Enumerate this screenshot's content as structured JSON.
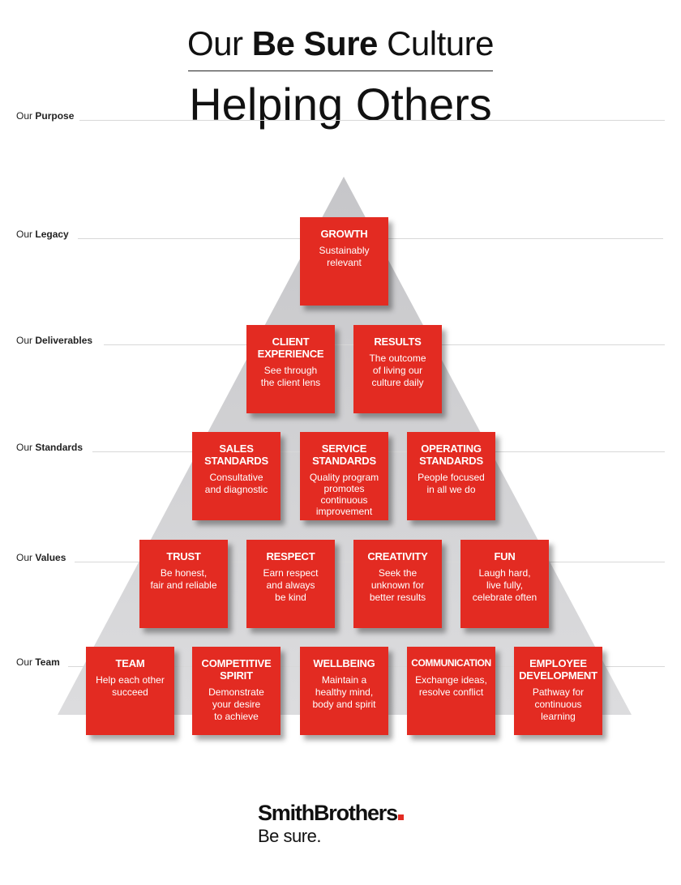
{
  "title": {
    "prefix": "Our",
    "emphasis": "Be Sure",
    "suffix": "Culture",
    "subtitle": "Helping Others"
  },
  "rows": [
    {
      "label_prefix": "Our",
      "label": "Purpose"
    },
    {
      "label_prefix": "Our",
      "label": "Legacy"
    },
    {
      "label_prefix": "Our",
      "label": "Deliverables"
    },
    {
      "label_prefix": "Our",
      "label": "Standards"
    },
    {
      "label_prefix": "Our",
      "label": "Values"
    },
    {
      "label_prefix": "Our",
      "label": "Team"
    }
  ],
  "boxes": {
    "growth": {
      "title": "GROWTH",
      "desc": "Sustainably\nrelevant"
    },
    "client_experience": {
      "title": "CLIENT\nEXPERIENCE",
      "desc": "See through\nthe client lens"
    },
    "results": {
      "title": "RESULTS",
      "desc": "The outcome\nof living our\nculture daily"
    },
    "sales_standards": {
      "title": "SALES\nSTANDARDS",
      "desc": "Consultative\nand diagnostic"
    },
    "service_standards": {
      "title": "SERVICE\nSTANDARDS",
      "desc": "Quality program\npromotes\ncontinuous\nimprovement"
    },
    "operating_standards": {
      "title": "OPERATING\nSTANDARDS",
      "desc": "People focused\nin all we do"
    },
    "trust": {
      "title": "TRUST",
      "desc": "Be honest,\nfair and reliable"
    },
    "respect": {
      "title": "RESPECT",
      "desc": "Earn respect\nand always\nbe kind"
    },
    "creativity": {
      "title": "CREATIVITY",
      "desc": "Seek the\nunknown for\nbetter results"
    },
    "fun": {
      "title": "FUN",
      "desc": "Laugh hard,\nlive fully,\ncelebrate often"
    },
    "team": {
      "title": "TEAM",
      "desc": "Help each other\nsucceed"
    },
    "competitive_spirit": {
      "title": "COMPETITIVE\nSPIRIT",
      "desc": "Demonstrate\nyour desire\nto achieve"
    },
    "wellbeing": {
      "title": "WELLBEING",
      "desc": "Maintain a\nhealthy mind,\nbody and spirit"
    },
    "communication": {
      "title": "COMMUNICATION",
      "desc": "Exchange ideas,\nresolve conflict"
    },
    "employee_development": {
      "title": "EMPLOYEE\nDEVELOPMENT",
      "desc": "Pathway for\ncontinuous\nlearning"
    }
  },
  "logo": {
    "name": "SmithBrothers",
    "tagline": "Be sure."
  },
  "colors": {
    "box_red": "#e32b22",
    "pyramid_gray": "#d2d2d4"
  }
}
